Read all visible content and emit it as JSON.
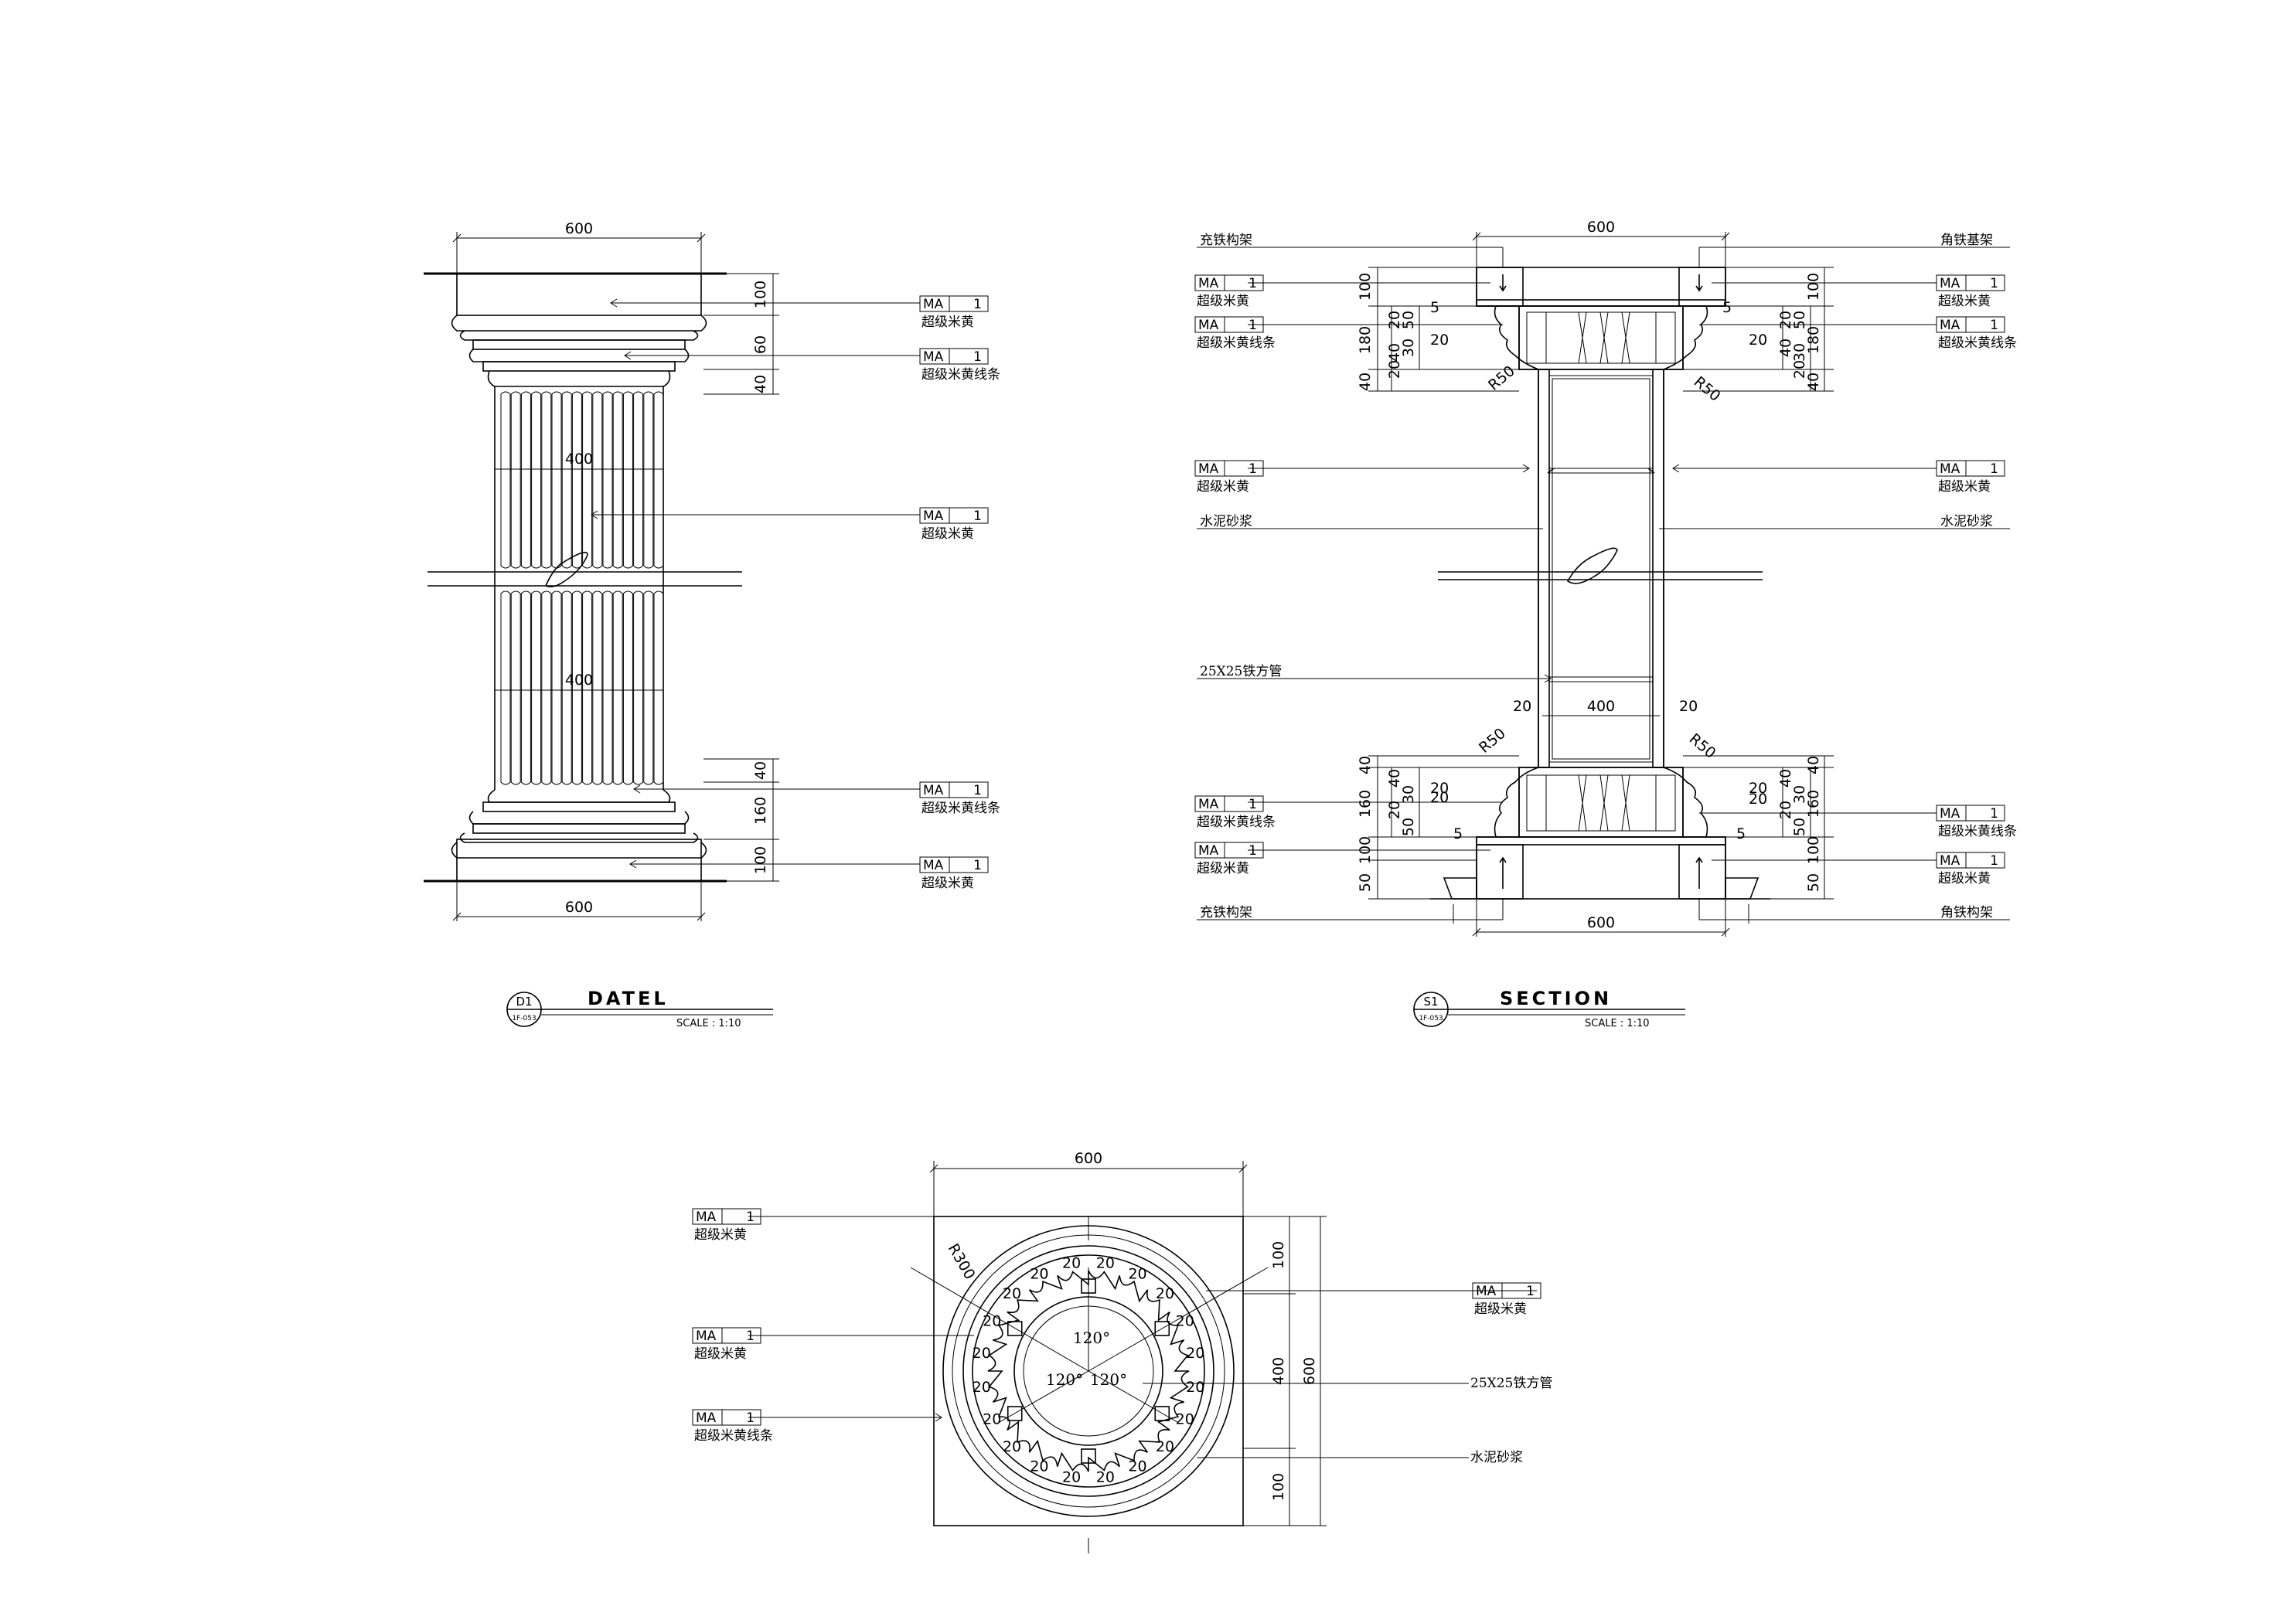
{
  "drawings": {
    "detail": {
      "title": "DATEL",
      "scale": "SCALE : 1:10",
      "symbol": "D1",
      "sheet_ref": "1F-053",
      "dims": {
        "top_width": "600",
        "bottom_width": "600",
        "shaft_upper": "400",
        "shaft_lower": "400",
        "v_top": [
          "100",
          "60",
          "40"
        ],
        "v_bottom": [
          "40",
          "160",
          "100"
        ]
      },
      "tags": [
        {
          "code": "MA",
          "num": "1",
          "label": "超级米黄"
        },
        {
          "code": "MA",
          "num": "1",
          "label": "超级米黄线条"
        },
        {
          "code": "MA",
          "num": "1",
          "label": "超级米黄"
        },
        {
          "code": "MA",
          "num": "1",
          "label": "超级米黄线条"
        },
        {
          "code": "MA",
          "num": "1",
          "label": "超级米黄"
        }
      ]
    },
    "section": {
      "title": "SECTION",
      "scale": "SCALE : 1:10",
      "symbol": "S1",
      "sheet_ref": "1F-053",
      "dims": {
        "top_width": "600",
        "bottom_width": "600",
        "inner_width": "400",
        "left_top": [
          "100",
          "180",
          "40"
        ],
        "left_top2": [
          "5",
          "20",
          "20",
          "30",
          "40",
          "20",
          "50"
        ],
        "r50": "R50",
        "d20": "20",
        "left_bot": [
          "40",
          "160",
          "100",
          "50"
        ],
        "left_bot2": [
          "20",
          "40",
          "30",
          "20",
          "20",
          "50",
          "5"
        ]
      },
      "left_notes": [
        "充铁构架",
        "水泥砂浆",
        "25X25铁方管",
        "充铁构架"
      ],
      "right_notes": [
        "角铁基架",
        "水泥砂浆",
        "角铁构架"
      ],
      "left_tags": [
        {
          "code": "MA",
          "num": "1",
          "label": "超级米黄"
        },
        {
          "code": "MA",
          "num": "1",
          "label": "超级米黄线条"
        },
        {
          "code": "MA",
          "num": "1",
          "label": "超级米黄"
        },
        {
          "code": "MA",
          "num": "1",
          "label": "超级米黄线条"
        },
        {
          "code": "MA",
          "num": "1",
          "label": "超级米黄"
        }
      ],
      "right_tags": [
        {
          "code": "MA",
          "num": "1",
          "label": "超级米黄"
        },
        {
          "code": "MA",
          "num": "1",
          "label": "超级米黄线条"
        },
        {
          "code": "MA",
          "num": "1",
          "label": "超级米黄"
        },
        {
          "code": "MA",
          "num": "1",
          "label": "超级米黄线条"
        },
        {
          "code": "MA",
          "num": "1",
          "label": "超级米黄"
        }
      ]
    },
    "plan": {
      "dims": {
        "width": "600",
        "height": "600",
        "inner": "400",
        "top_off": "100",
        "bot_off": "100",
        "radius": "R300",
        "angles": [
          "120°",
          "120°",
          "120°"
        ],
        "flute": "20"
      },
      "left_tags": [
        {
          "code": "MA",
          "num": "1",
          "label": "超级米黄"
        },
        {
          "code": "MA",
          "num": "1",
          "label": "超级米黄"
        },
        {
          "code": "MA",
          "num": "1",
          "label": "超级米黄线条"
        }
      ],
      "right_tag": {
        "code": "MA",
        "num": "1",
        "label": "超级米黄"
      },
      "right_notes": [
        "25X25铁方管",
        "水泥砂浆"
      ]
    }
  }
}
